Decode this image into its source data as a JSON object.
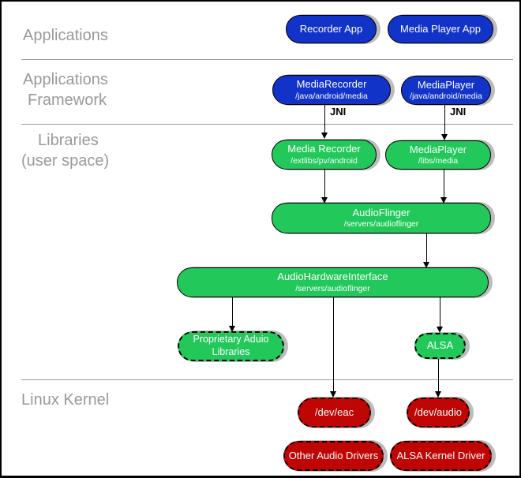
{
  "colors": {
    "app_blue": "#1133C8",
    "lib_green": "#22C85A",
    "kernel_red": "#C00505",
    "shadow_gray": "#BCBCBC",
    "layer_label_gray": "#999999"
  },
  "layers": {
    "applications": {
      "label": "Applications"
    },
    "applications_framework": {
      "line1": "Applications",
      "line2": "Framework"
    },
    "libraries": {
      "line1": "Libraries",
      "line2": "(user space)"
    },
    "linux_kernel": {
      "label": "Linux Kernel"
    }
  },
  "nodes": {
    "recorder_app": {
      "title": "Recorder App"
    },
    "media_player_app": {
      "title": "Media Player App"
    },
    "media_recorder_fw": {
      "title": "MediaRecorder",
      "subtitle": "/java/android/media"
    },
    "media_player_fw": {
      "title": "MediaPlayer",
      "subtitle": "/java/android/media"
    },
    "media_recorder_lib": {
      "title": "Media Recorder",
      "subtitle": "/extlibs/pv/android"
    },
    "media_player_lib": {
      "title": "MediaPlayer",
      "subtitle": "/libs/media"
    },
    "audioflinger": {
      "title": "AudioFlinger",
      "subtitle": "/servers/audioflinger"
    },
    "audio_hardware_interface": {
      "title": "AudioHardwareInterface",
      "subtitle": "/servers/audioflinger"
    },
    "proprietary_audio_libraries": {
      "title": "Proprietary Aduio Libraries"
    },
    "alsa": {
      "title": "ALSA"
    },
    "dev_eac": {
      "title": "/dev/eac"
    },
    "dev_audio": {
      "title": "/dev/audio"
    },
    "other_audio_drivers": {
      "title": "Other Audio Drivers"
    },
    "alsa_kernel_driver": {
      "title": "ALSA Kernel Driver"
    }
  },
  "edges": {
    "jni_left": {
      "label": "JNI"
    },
    "jni_right": {
      "label": "JNI"
    }
  }
}
